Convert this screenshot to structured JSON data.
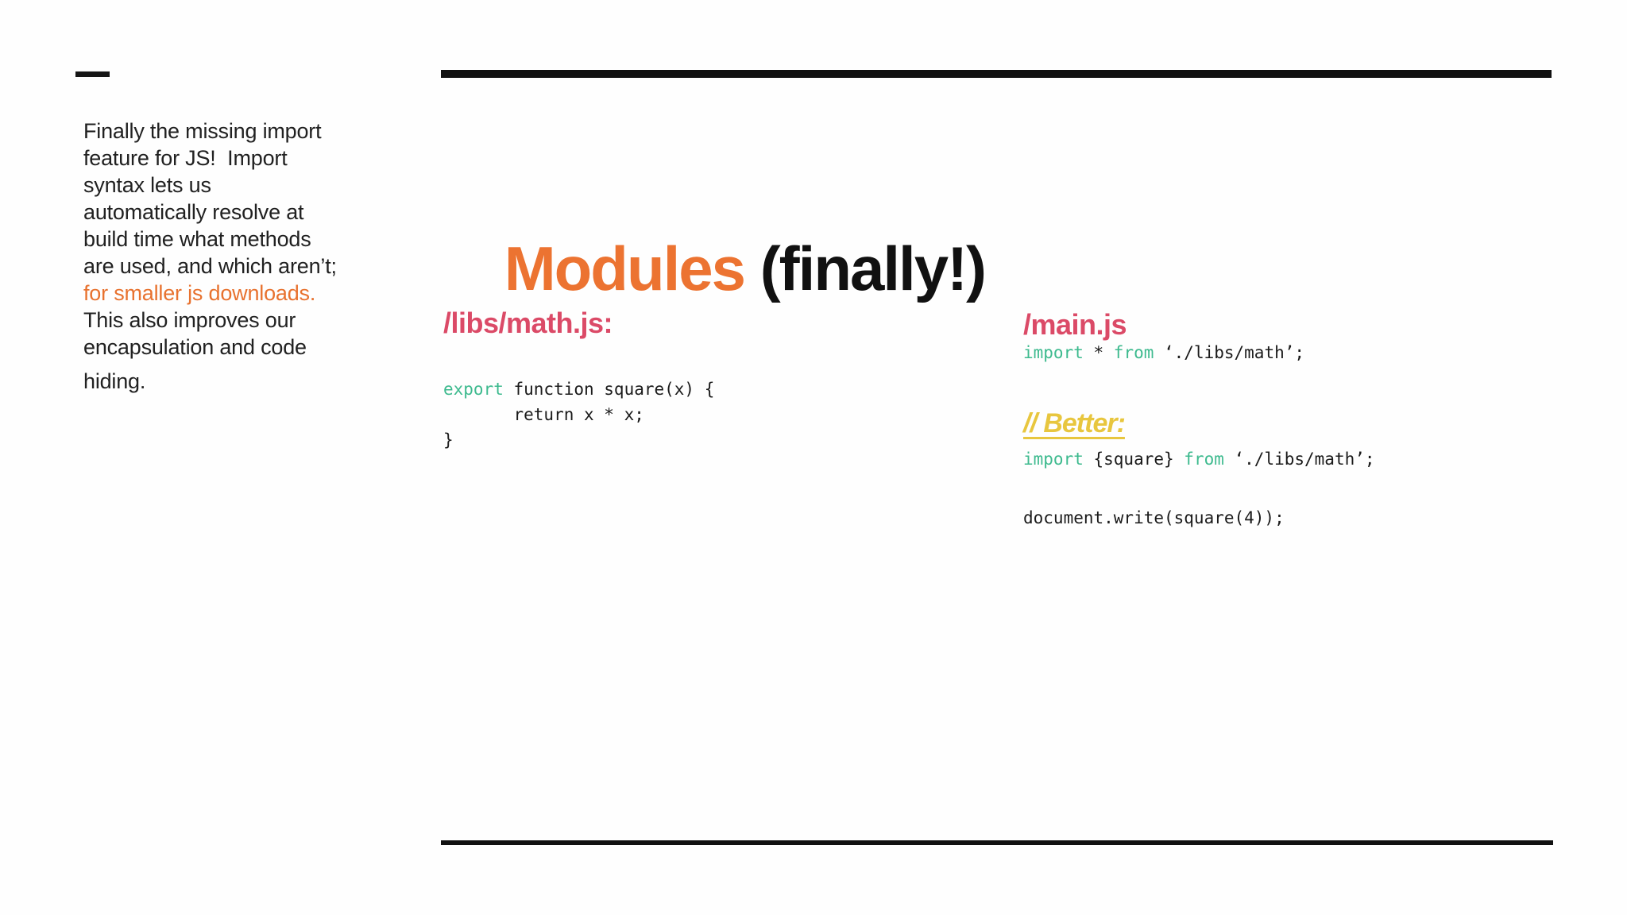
{
  "colors": {
    "accent_orange": "#ec7331",
    "note_highlight_orange": "#e8722f",
    "heading_pink": "#db4a67",
    "keyword_teal": "#3dba8e",
    "better_yellow": "#e8c63e",
    "ink": "#1b1b1b",
    "rule_black": "#111111"
  },
  "title": {
    "highlight": "Modules",
    "rest": " (finally!)"
  },
  "sidebar_note": {
    "lines": [
      {
        "text": "Finally the missing import",
        "hl": false
      },
      {
        "text": "feature for JS!  Import",
        "hl": false
      },
      {
        "text": "syntax lets us",
        "hl": false
      },
      {
        "text": "automatically resolve at",
        "hl": false
      },
      {
        "text": "build time what methods",
        "hl": false
      },
      {
        "text": "are used, and which aren’t;",
        "hl": false
      },
      {
        "text": "for smaller js downloads.",
        "hl": true
      },
      {
        "text": "This also improves our",
        "hl": false
      },
      {
        "text": "encapsulation and code",
        "hl": false
      },
      {
        "text": "hiding.",
        "hl": false,
        "gap": true
      }
    ]
  },
  "sections": {
    "libs": {
      "heading": "/libs/math.js:",
      "code": [
        [
          [
            "kw",
            "export"
          ],
          [
            "pl",
            " function square(x) {"
          ]
        ],
        [
          [
            "pl",
            "       return x * x;"
          ]
        ],
        [
          [
            "pl",
            "}"
          ]
        ]
      ]
    },
    "main": {
      "heading": "/main.js",
      "import_all": [
        [
          [
            "kw",
            "import"
          ],
          [
            "pl",
            " * "
          ],
          [
            "kw",
            "from"
          ],
          [
            "pl",
            " ‘./libs/math’;"
          ]
        ]
      ],
      "better_label": "// Better:",
      "import_named": [
        [
          [
            "kw",
            "import"
          ],
          [
            "pl",
            " {square} "
          ],
          [
            "kw",
            "from"
          ],
          [
            "pl",
            " ‘./libs/math’;"
          ]
        ]
      ],
      "usage": [
        [
          [
            "pl",
            "document.write(square(4));"
          ]
        ]
      ]
    }
  }
}
